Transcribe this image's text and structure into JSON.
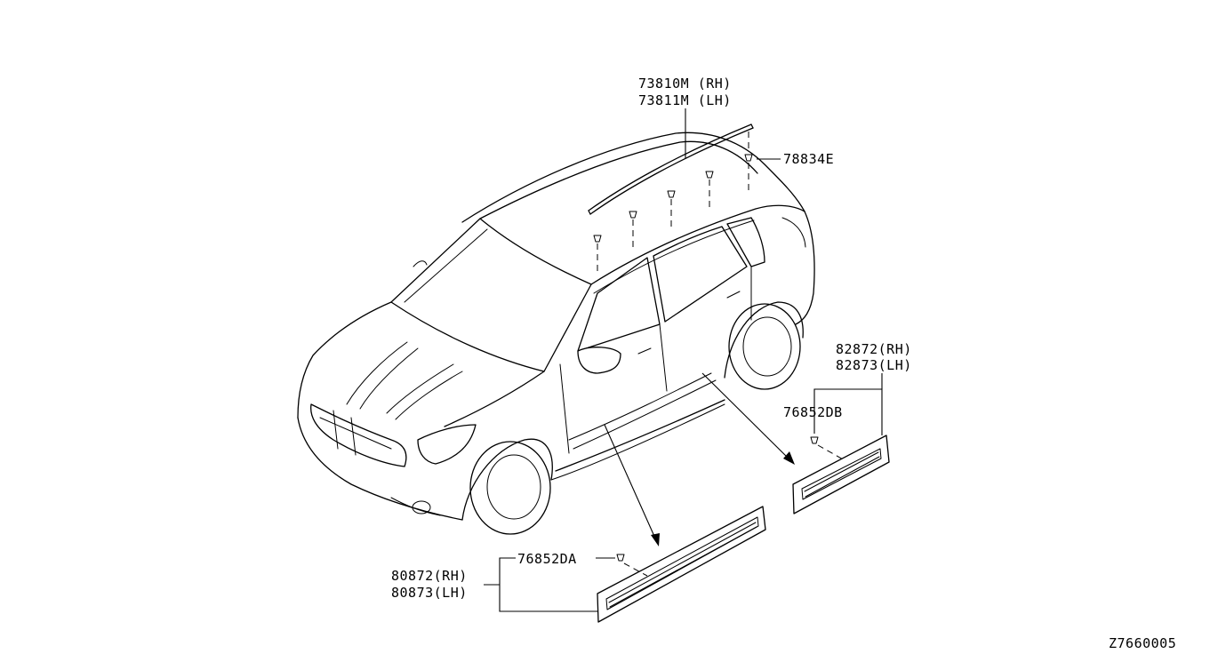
{
  "parts": {
    "roof_molding_rh": "73810M (RH)",
    "roof_molding_lh": "73811M (LH)",
    "clip_roof": "78834E",
    "rear_door_molding_rh": "82872(RH)",
    "rear_door_molding_lh": "82873(LH)",
    "clip_rear": "76852DB",
    "front_door_molding_rh": "80872(RH)",
    "front_door_molding_lh": "80873(LH)",
    "clip_front": "76852DA"
  },
  "diagram_id": "Z7660005"
}
